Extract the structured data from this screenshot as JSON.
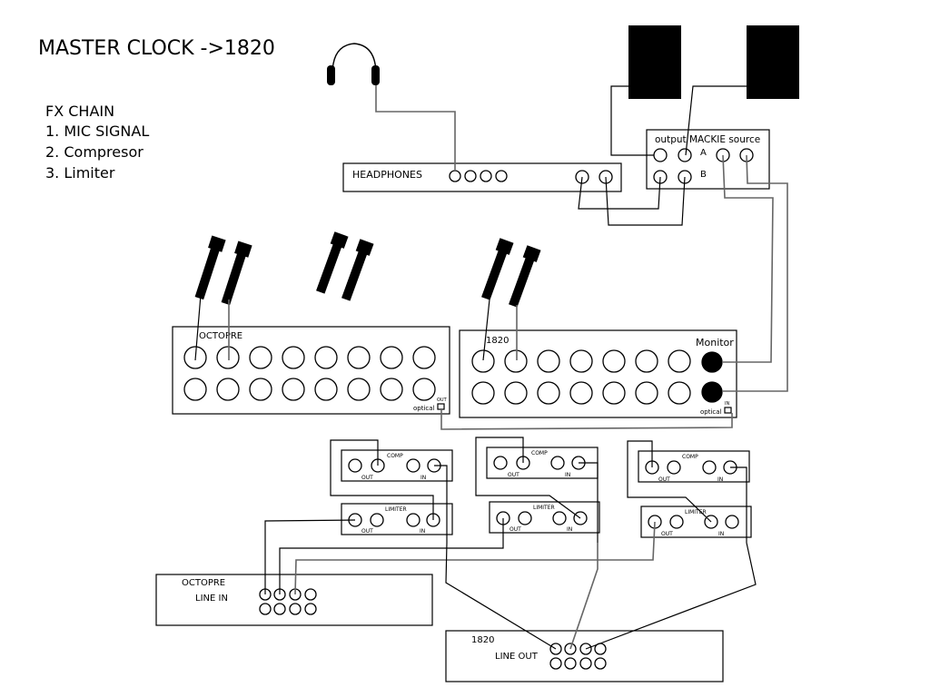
{
  "title": "MASTER CLOCK ->1820",
  "fx_chain": {
    "heading": "FX CHAIN",
    "steps": [
      "1. MIC SIGNAL",
      "2. Compresor",
      "3. Limiter"
    ]
  },
  "devices": {
    "headphones_amp": {
      "label": "HEADPHONES"
    },
    "mackie": {
      "label": "output MACKIE source",
      "row_a": "A",
      "row_b": "B"
    },
    "octopre_front": {
      "label": "OCTOPRE",
      "optical_label": "optical",
      "optical_dir": "OUT"
    },
    "m1820_front": {
      "label": "1820",
      "monitor_label": "Monitor",
      "optical_label": "optical",
      "optical_dir": "IN"
    },
    "comp_units": [
      {
        "label": "COMP",
        "out": "OUT",
        "in": "IN"
      },
      {
        "label": "COMP",
        "out": "OUT",
        "in": "IN"
      },
      {
        "label": "COMP",
        "out": "OUT",
        "in": "IN"
      }
    ],
    "limiter_units": [
      {
        "label": "LIMITER",
        "out": "OUT",
        "in": "IN"
      },
      {
        "label": "LIMITER",
        "out": "OUT",
        "in": "IN"
      },
      {
        "label": "LIMITER",
        "out": "OUT",
        "in": "IN"
      }
    ],
    "octopre_line": {
      "label": "OCTOPRE",
      "sub": "LINE IN"
    },
    "m1820_line": {
      "label": "1820",
      "sub": "LINE OUT"
    }
  }
}
